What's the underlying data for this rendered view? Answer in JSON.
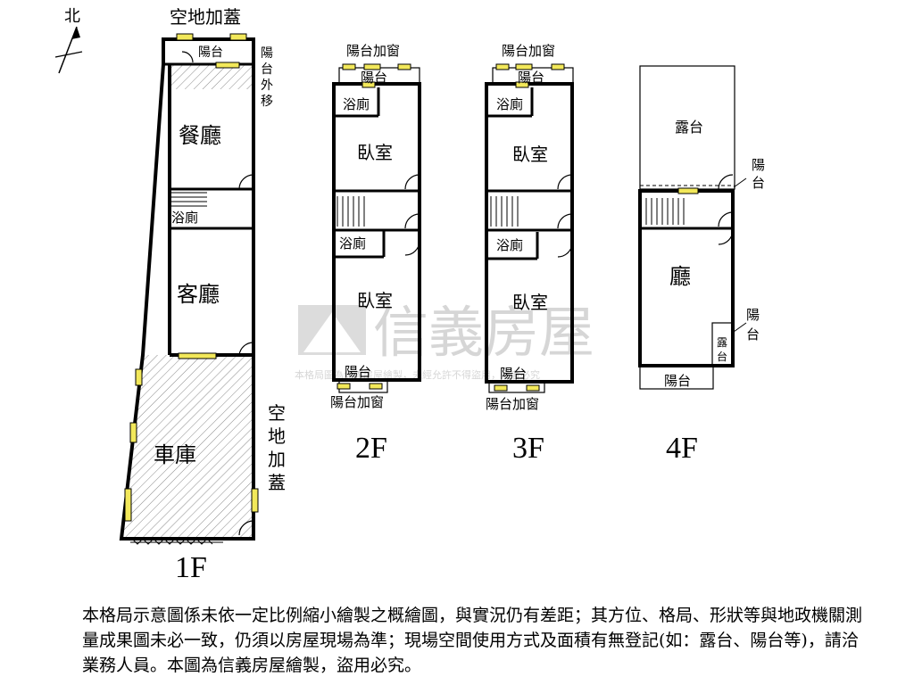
{
  "north": "北",
  "floors": {
    "f1": {
      "label": "1F",
      "top_extension": "空地加蓋",
      "balcony": "陽台",
      "balcony_moved_out": "陽台外移",
      "dining": "餐廳",
      "bath": "浴廁",
      "living": "客廳",
      "garage": "車庫",
      "side_extension": "空地加蓋"
    },
    "f2": {
      "label": "2F",
      "balcony_window_top": "陽台加窗",
      "balcony_top": "陽台",
      "bath_top": "浴廁",
      "bedroom_top": "臥室",
      "bath_mid": "浴廁",
      "bedroom_bottom": "臥室",
      "balcony_bottom": "陽台",
      "balcony_window_bottom": "陽台加窗"
    },
    "f3": {
      "label": "3F",
      "balcony_window_top": "陽台加窗",
      "balcony_top": "陽台",
      "bath_top": "浴廁",
      "bedroom_top": "臥室",
      "bath_mid": "浴廁",
      "bedroom_bottom": "臥室",
      "balcony_bottom": "陽台",
      "balcony_window_bottom": "陽台加窗"
    },
    "f4": {
      "label": "4F",
      "terrace": "露台",
      "balcony_side_top": "陽台",
      "hall": "廳",
      "balcony_side_bottom": "陽台",
      "terrace_small": "露台",
      "balcony_bottom": "陽台"
    }
  },
  "watermark": {
    "brand": "信義房屋",
    "notice": "本格局圖為信義房屋繪製，未經允許不得盜用，違者必究"
  },
  "disclaimer": "本格局示意圖係未依一定比例縮小繪製之概繪圖，與實況仍有差距；其方位、格局、形狀等與地政機關測量成果圖未必一致，仍須以房屋現場為準；現場空間使用方式及面積有無登記(如：露台、陽台等)，請洽業務人員。本圖為信義房屋繪製，盜用必究。"
}
